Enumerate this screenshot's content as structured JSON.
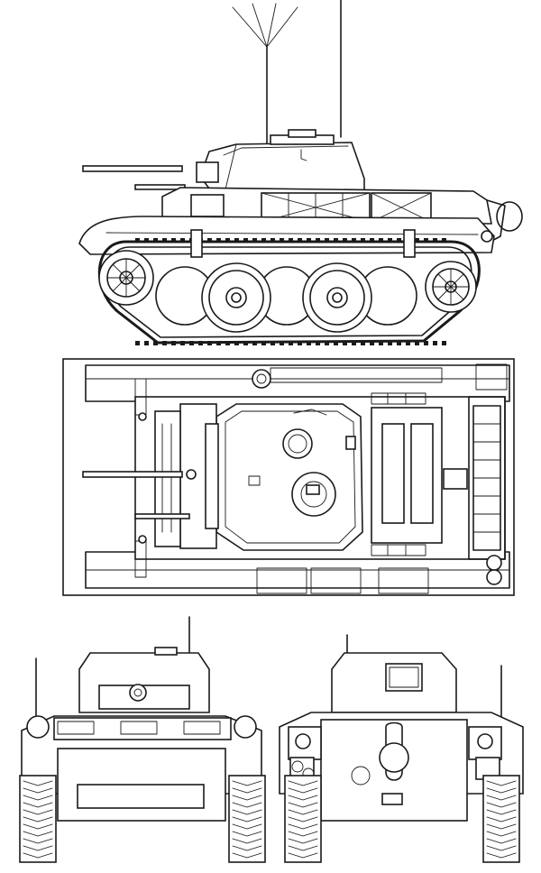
{
  "drawing": {
    "ink": "#1a1a1a",
    "paper": "#ffffff",
    "views": [
      "side-view",
      "top-view",
      "front-view",
      "rear-view"
    ]
  }
}
